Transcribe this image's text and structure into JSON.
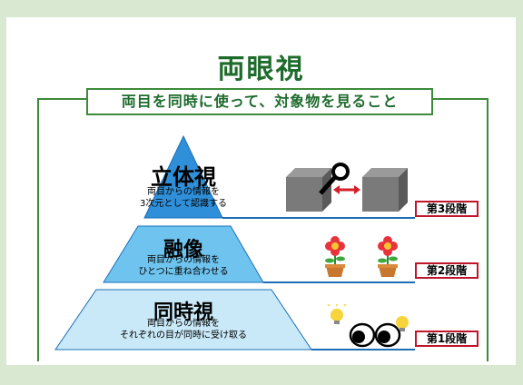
{
  "title": "両眼視",
  "subtitle": "両目を同時に使って、対象物を見ること",
  "levels": [
    {
      "name": "立体視",
      "desc_line1": "両目からの情報を",
      "desc_line2": "3次元として認識する",
      "stage": "第3段階",
      "color": "#2f8fd8",
      "icon": "3d-blocks-magnifier-icon"
    },
    {
      "name": "融像",
      "desc_line1": "両目からの情報を",
      "desc_line2": "ひとつに重ね合わせる",
      "stage": "第2段階",
      "color": "#6fc4ef",
      "icon": "flower-pots-icon"
    },
    {
      "name": "同時視",
      "desc_line1": "両目からの情報を",
      "desc_line2": "それぞれの目が同時に受け取る",
      "stage": "第1段階",
      "color": "#c9e9f8",
      "icon": "eyes-icon"
    }
  ],
  "colors": {
    "title_green": "#1e6b2c",
    "frame_green": "#3c8a3a",
    "stage_red": "#c0162c",
    "line_blue": "#1b6fb8"
  }
}
